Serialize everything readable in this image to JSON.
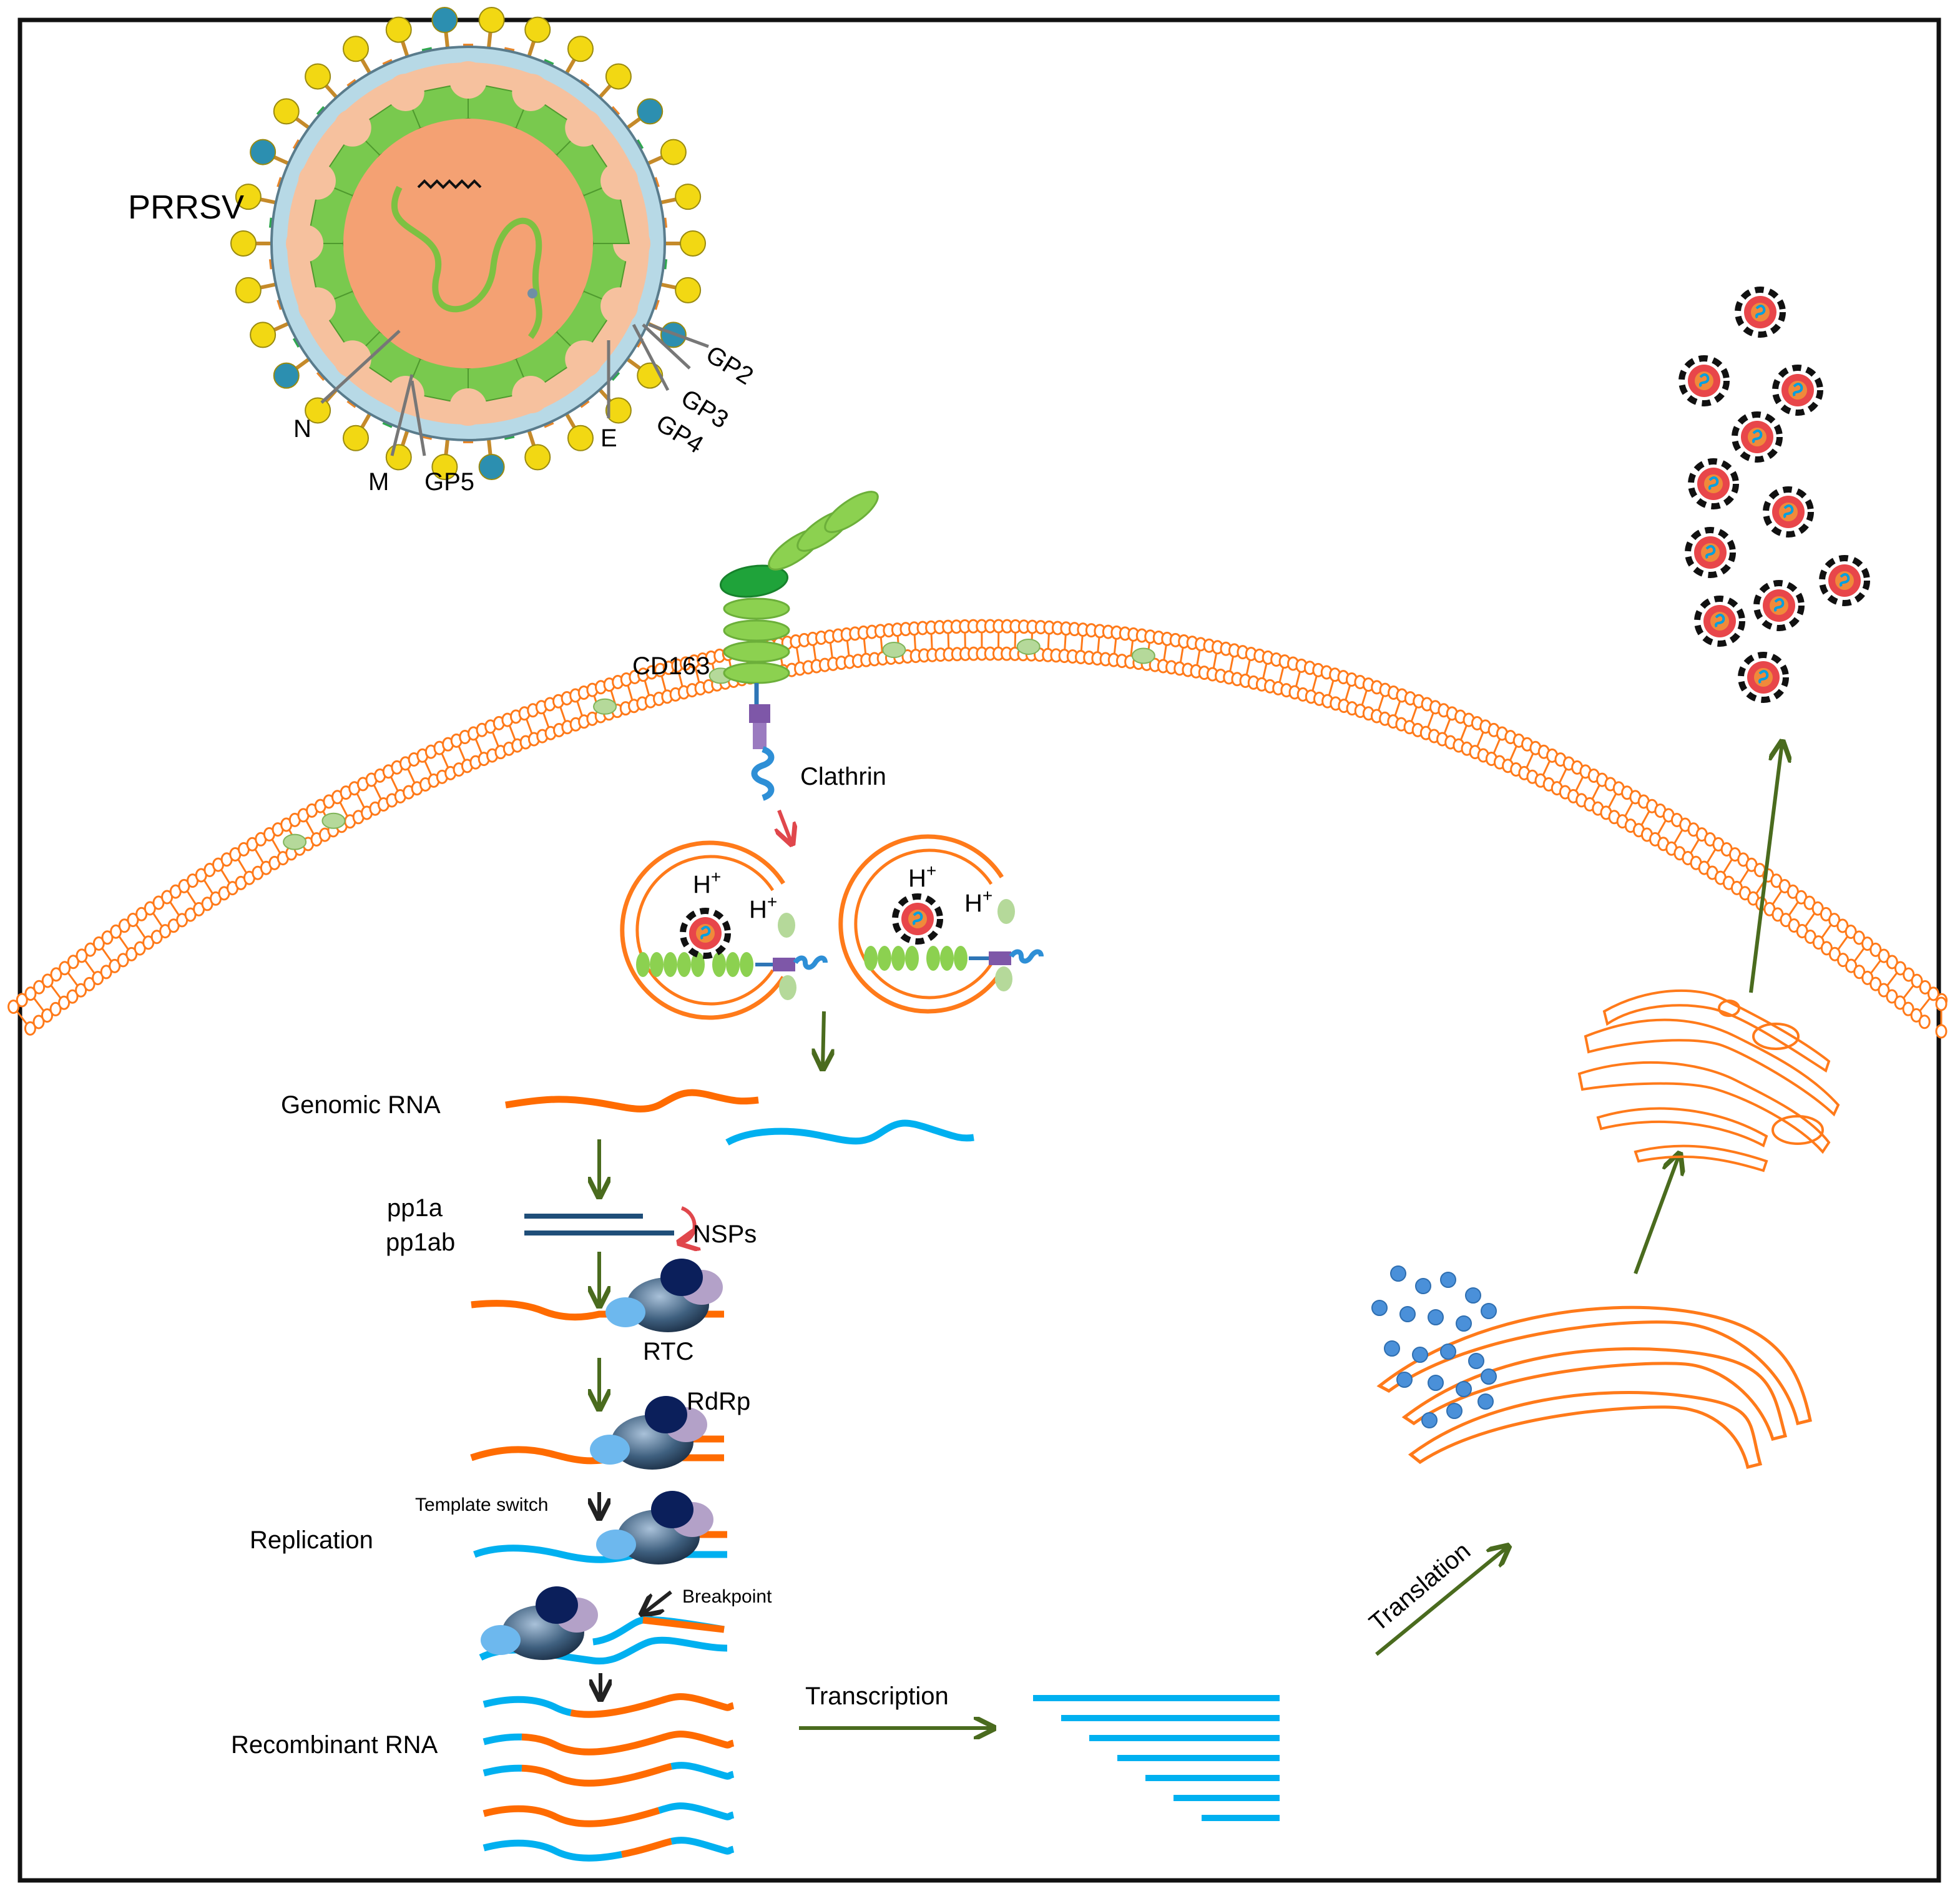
{
  "virion": {
    "title": "PRRSV",
    "proteins": {
      "n": "N",
      "m": "M",
      "gp5": "GP5",
      "e": "E",
      "gp4": "GP4",
      "gp3": "GP3",
      "gp2": "GP2"
    }
  },
  "entry": {
    "receptor": "CD163",
    "clathrin": "Clathrin",
    "proton": "H",
    "proton_charge": "+"
  },
  "replication_pathway": {
    "genomic_rna": "Genomic RNA",
    "pp1a": "pp1a",
    "pp1ab": "pp1ab",
    "nsps": "NSPs",
    "rtc": "RTC",
    "rdrp": "RdRp",
    "template_switch": "Template switch",
    "replication": "Replication",
    "breakpoint": "Breakpoint",
    "recombinant_rna": "Recombinant RNA",
    "transcription": "Transcription",
    "translation": "Translation"
  },
  "colors": {
    "genomic_strand": "#FF6B00",
    "complementary_strand": "#00B0F0",
    "membrane": "#FF7A1A",
    "process_arrow": "#4A6B1E",
    "entry_arrow": "#E0474C",
    "receptor_domain": "#8CD150",
    "receptor_dark_domain": "#1FA33A",
    "nucleocapsid": "#F4A173",
    "polyprotein_line": "#1F4E79"
  }
}
